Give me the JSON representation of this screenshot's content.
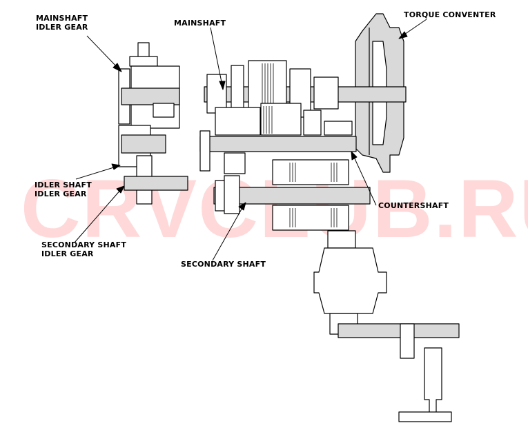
{
  "labels": {
    "mainshaft_idler_line1": "MAINSHAFT",
    "mainshaft_idler_line2": "IDLER GEAR",
    "mainshaft": "MAINSHAFT",
    "torque_converter": "TORQUE CONVENTER",
    "idler_shaft_line1": "IDLER SHAFT",
    "idler_shaft_line2": "IDLER GEAR",
    "countershaft": "COUNTERSHAFT",
    "secondary_idler_line1": "SECONDARY SHAFT",
    "secondary_idler_line2": "IDLER GEAR",
    "secondary_shaft": "SECONDARY SHAFT"
  },
  "watermark": "CRVCLUB.RU",
  "colors": {
    "line": "#000000",
    "shaft_fill": "#d9d9d9",
    "part_fill": "#ffffff",
    "watermark": "#ffd9d9"
  }
}
